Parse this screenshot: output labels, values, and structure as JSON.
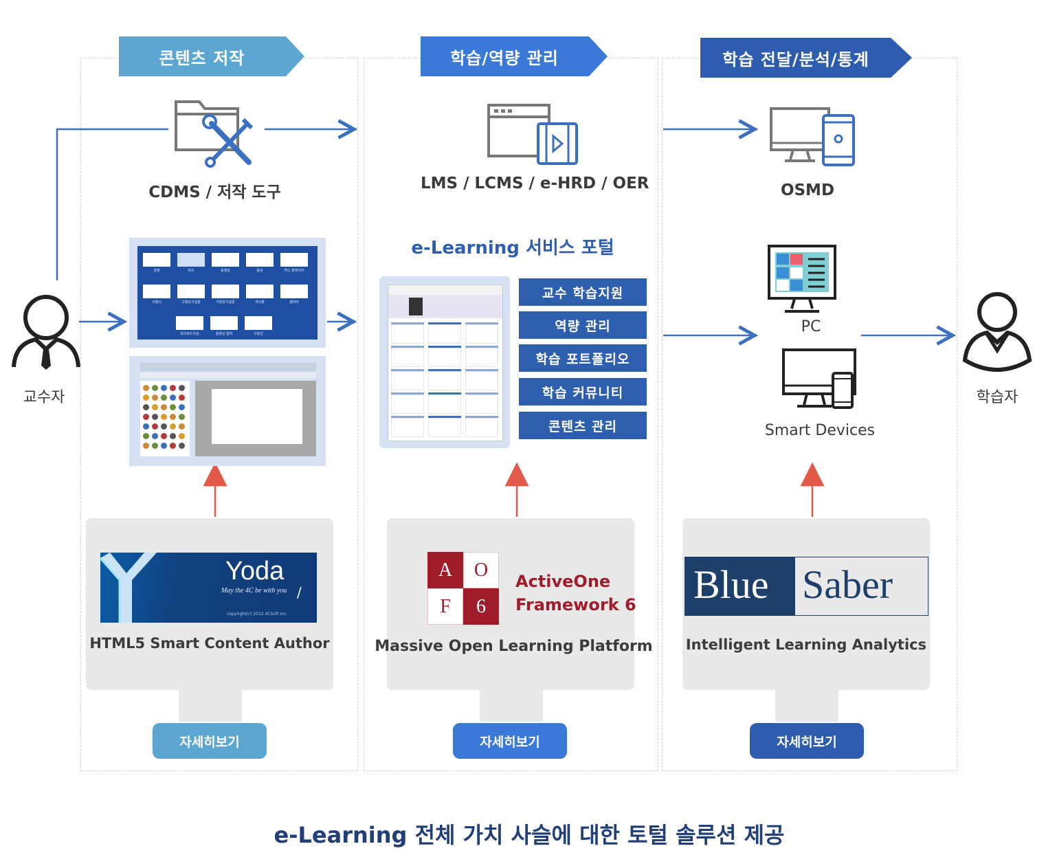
{
  "columns": [
    {
      "banner": "콘텐츠 저작",
      "tool_label": "CDMS / 저작 도구",
      "product_caption": "HTML5 Smart Content Author",
      "more_label": "자세히보기"
    },
    {
      "banner": "학습/역량 관리",
      "tool_label": "LMS / LCMS / e-HRD / OER",
      "portal_title": "e-Learning 서비스 포털",
      "product_caption": "Massive Open Learning Platform",
      "more_label": "자세히보기"
    },
    {
      "banner": "학습 전달/분석/통계",
      "tool_label": "OSMD",
      "product_caption": "Intelligent Learning Analytics",
      "more_label": "자세히보기"
    }
  ],
  "portal_menu": [
    "교수 학습지원",
    "역량 관리",
    "학습 포트폴리오",
    "학습 커뮤니티",
    "콘텐츠 관리"
  ],
  "devices": {
    "pc": "PC",
    "smart": "Smart Devices"
  },
  "actors": {
    "teacher": "교수자",
    "learner": "학습자"
  },
  "products": {
    "yoda": {
      "name": "Yoda",
      "tagline": "May the 4C be with you",
      "copyright": "copyright(c) 2012 4CSoft Inc."
    },
    "activeone": {
      "tiles": [
        "A",
        "O",
        "F",
        "6"
      ],
      "name_line1": "ActiveOne",
      "name_line2": "Framework 6"
    },
    "bluesaber": {
      "word1": "Blue",
      "word2": "Saber"
    }
  },
  "author_grid": [
    "설명",
    "퀴즈",
    "동영상",
    "음성",
    "카드 플레이어",
    "사행시",
    "고정보기설문",
    "가변보기설문",
    "게시판",
    "갤러리",
    "워크보드이상",
    "동영상 캡처",
    "구분선"
  ],
  "footer": "e-Learning 전체 가치 사슬에 대한 토털 솔루션 제공",
  "colors": {
    "banner1": "#5ba7d1",
    "banner2": "#3a79d8",
    "banner3": "#2e5caf",
    "arrow": "#3b6fc0",
    "red_arrow": "#e25a4a",
    "activeone_red": "#a01c2b",
    "bluesaber_navy": "#1d3f69"
  }
}
